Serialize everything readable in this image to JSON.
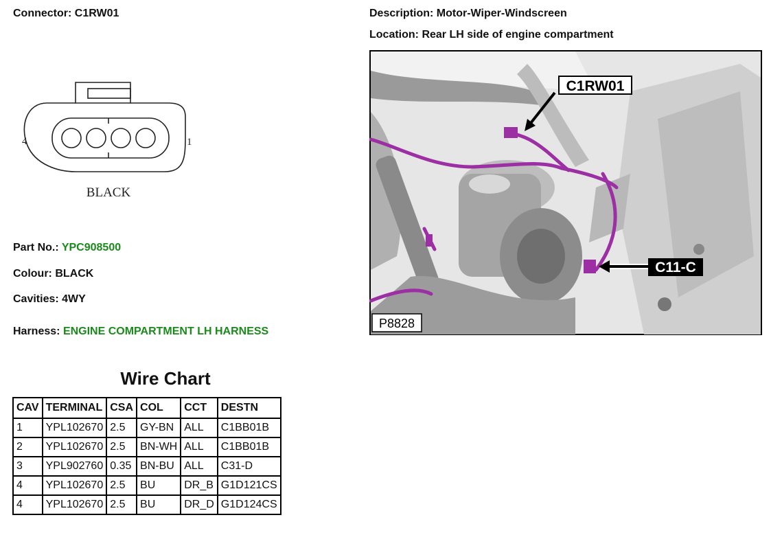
{
  "connector": {
    "label": "Connector:",
    "value": "C1RW01"
  },
  "description": {
    "label": "Description:",
    "value": "Motor-Wiper-Windscreen"
  },
  "location": {
    "label": "Location:",
    "value": "Rear LH side of engine compartment"
  },
  "diagram": {
    "pin_left": "4",
    "pin_right": "1",
    "colour_text": "BLACK"
  },
  "part_no": {
    "label": "Part No.:",
    "value": "YPC908500"
  },
  "colour": {
    "label": "Colour:",
    "value": "BLACK"
  },
  "cavities": {
    "label": "Cavities:",
    "value": "4WY"
  },
  "harness": {
    "label": "Harness:",
    "value": "ENGINE COMPARTMENT LH HARNESS"
  },
  "photo": {
    "callout_top": "C1RW01",
    "callout_right": "C11-C",
    "figure_id": "P8828"
  },
  "wire_chart": {
    "title": "Wire Chart",
    "columns": [
      "CAV",
      "TERMINAL",
      "CSA",
      "COL",
      "CCT",
      "DESTN"
    ],
    "rows": [
      [
        "1",
        "YPL102670",
        "2.5",
        "GY-BN",
        "ALL",
        "C1BB01B"
      ],
      [
        "2",
        "YPL102670",
        "2.5",
        "BN-WH",
        "ALL",
        "C1BB01B"
      ],
      [
        "3",
        "YPL902760",
        "0.35",
        "BN-BU",
        "ALL",
        "C31-D"
      ],
      [
        "4",
        "YPL102670",
        "2.5",
        "BU",
        "DR_B",
        "G1D121CS"
      ],
      [
        "4",
        "YPL102670",
        "2.5",
        "BU",
        "DR_D",
        "G1D124CS"
      ]
    ]
  },
  "colors": {
    "accent_green": "#1a8a1a",
    "harness_purple": "#9b2fa3"
  }
}
